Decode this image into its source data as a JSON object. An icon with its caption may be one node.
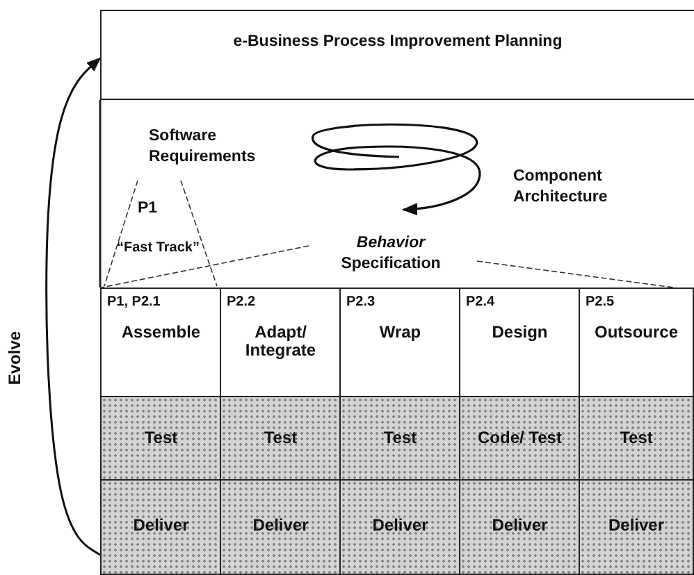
{
  "diagram": {
    "nodes": [
      {
        "text": [
          "e-Business Process Improvement Planning"
        ]
      },
      {
        "text": [
          "P1, P2.1",
          "Assemble"
        ]
      },
      {
        "text": [
          "P2.2",
          "Adapt/ Integrate"
        ]
      },
      {
        "text": [
          "P2.3",
          "Wrap"
        ]
      },
      {
        "text": [
          "P2.4",
          "Design"
        ]
      },
      {
        "text": [
          "P2.5",
          "Outsource"
        ]
      },
      {
        "text": [
          "Test"
        ]
      },
      {
        "text": [
          "Test"
        ]
      },
      {
        "text": [
          "Test"
        ]
      },
      {
        "text": [
          "Code/ Test"
        ]
      },
      {
        "text": [
          "Test"
        ]
      },
      {
        "text": [
          "Deliver"
        ]
      },
      {
        "text": [
          "Deliver"
        ]
      },
      {
        "text": [
          "Deliver"
        ]
      },
      {
        "text": [
          "Deliver"
        ]
      },
      {
        "text": [
          "Deliver"
        ]
      }
    ],
    "edges": [
      {
        "from": 11,
        "to": 0,
        "arrow": "to",
        "label": "Evolve"
      }
    ],
    "labels": [
      "Software Requirements",
      "Component Architecture",
      "P1",
      "“Fast Track”",
      "*Behavior* Specification"
    ]
  }
}
